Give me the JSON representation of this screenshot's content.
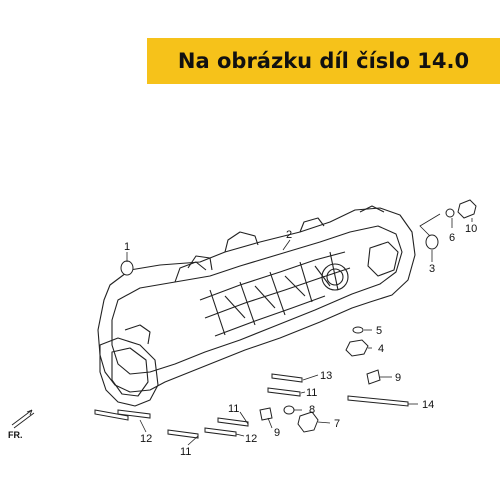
{
  "banner": {
    "text": "Na obrázku díl číslo 14.0",
    "color": "#f6c21a"
  },
  "diagram": {
    "direction_label": "FR.",
    "callouts": [
      "1",
      "2",
      "3",
      "4",
      "5",
      "6",
      "7",
      "8",
      "9",
      "9",
      "10",
      "11",
      "11",
      "11",
      "12",
      "12",
      "12",
      "13",
      "14"
    ]
  }
}
